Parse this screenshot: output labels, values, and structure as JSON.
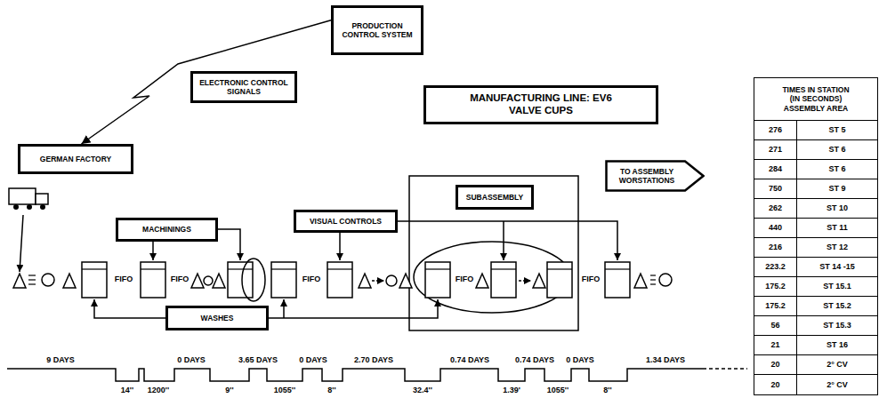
{
  "diagram": {
    "title": "MANUFACTURING LINE: EV6 VALVE CUPS",
    "nodes": [
      {
        "text": [
          "PRODUCTION CONTROL SYSTEM"
        ]
      },
      {
        "text": [
          "ELECTRONIC CONTROL SIGNALS"
        ]
      },
      {
        "text": [
          "GERMAN FACTORY"
        ]
      },
      {
        "text": [
          "MACHININGS"
        ]
      },
      {
        "text": [
          "VISUAL CONTROLS"
        ]
      },
      {
        "text": [
          "SUBASSEMBLY"
        ]
      },
      {
        "text": [
          "TO ASSEMBLY WORSTATIONS"
        ]
      },
      {
        "text": [
          "WASHES"
        ]
      }
    ],
    "edges": [
      {
        "from": 0,
        "to": 2,
        "arrow": "to"
      }
    ],
    "labels": [
      "FIFO",
      "FIFO",
      "FIFO",
      "FIFO",
      "FIFO",
      "9 DAYS",
      "0 DAYS",
      "3.65 DAYS",
      "0 DAYS",
      "2.70 DAYS",
      "0.74 DAYS",
      "0.74 DAYS",
      "0 DAYS",
      "1.34 DAYS",
      "14''",
      "1200''",
      "9''",
      "1055''",
      "8''",
      "32.4''",
      "1.39'",
      "1055''",
      "8''",
      "TIMES IN STATION (IN SECONDS) ASSEMBLY AREA",
      "276",
      "ST 5",
      "271",
      "ST 6",
      "284",
      "ST 6",
      "750",
      "ST 9",
      "262",
      "ST 10",
      "440",
      "ST 11",
      "216",
      "ST 12",
      "223.2",
      "ST 14 -15",
      "175.2",
      "ST 15.1",
      "175.2",
      "ST 15.2",
      "56",
      "ST 15.3",
      "21",
      "ST 16",
      "20",
      "2° CV",
      "20",
      "2° CV"
    ]
  }
}
